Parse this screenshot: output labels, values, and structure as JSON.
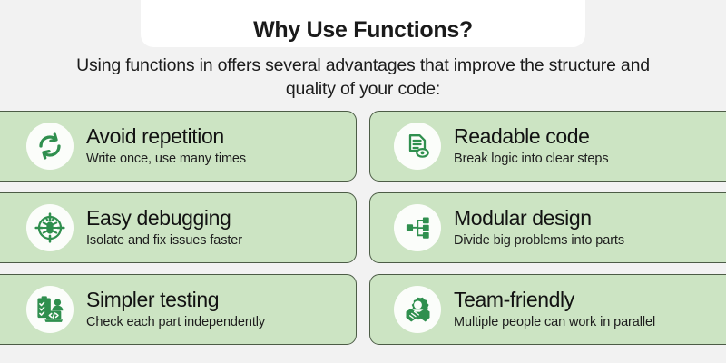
{
  "header": {
    "title": "Why Use Functions?",
    "subtitle": "Using functions in offers several advantages that improve the structure and quality of your code:"
  },
  "colors": {
    "page_background": "#f2f2f2",
    "card_background": "#cce4c3",
    "card_border": "#4c5c46",
    "icon_green": "#2f8f4e",
    "icon_badge": "#fbfdfa",
    "title_card_background": "#ffffff",
    "text": "#121212"
  },
  "cards": [
    {
      "title": "Avoid repetition",
      "subtitle": "Write once, use many times",
      "icon": "refresh-cycle-icon",
      "column": "left",
      "row": 1
    },
    {
      "title": "Readable code",
      "subtitle": "Break logic into clear steps",
      "icon": "document-eye-icon",
      "column": "right",
      "row": 1
    },
    {
      "title": "Easy debugging",
      "subtitle": "Isolate and fix issues faster",
      "icon": "bug-target-icon",
      "column": "left",
      "row": 2
    },
    {
      "title": "Modular design",
      "subtitle": "Divide big problems into parts",
      "icon": "sitemap-tree-icon",
      "column": "right",
      "row": 2
    },
    {
      "title": "Simpler testing",
      "subtitle": "Check each part independently",
      "icon": "clipboard-code-person-icon",
      "column": "left",
      "row": 3
    },
    {
      "title": "Team-friendly",
      "subtitle": "Multiple people can work in parallel",
      "icon": "handshake-gear-icon",
      "column": "right",
      "row": 3
    }
  ]
}
